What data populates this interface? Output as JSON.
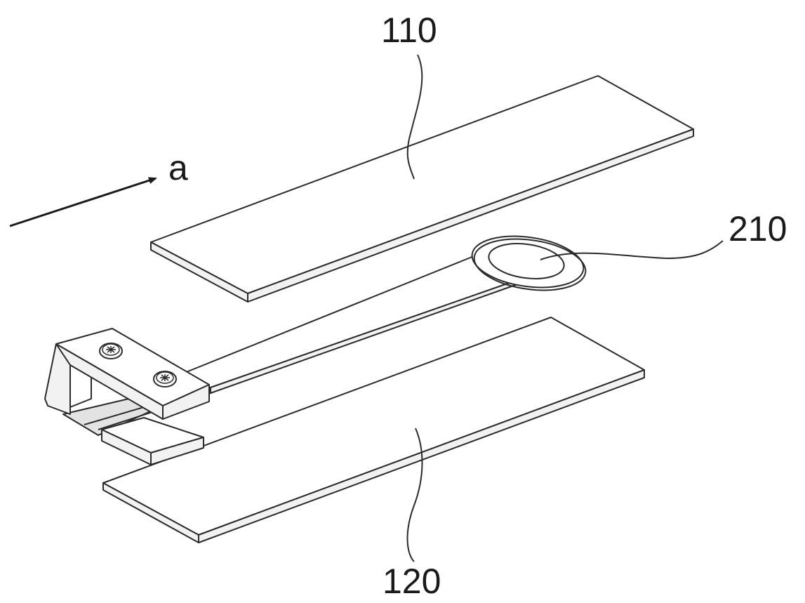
{
  "labels": {
    "upper_plate": "110",
    "lower_plate": "120",
    "sensor": "210",
    "direction": "a"
  }
}
